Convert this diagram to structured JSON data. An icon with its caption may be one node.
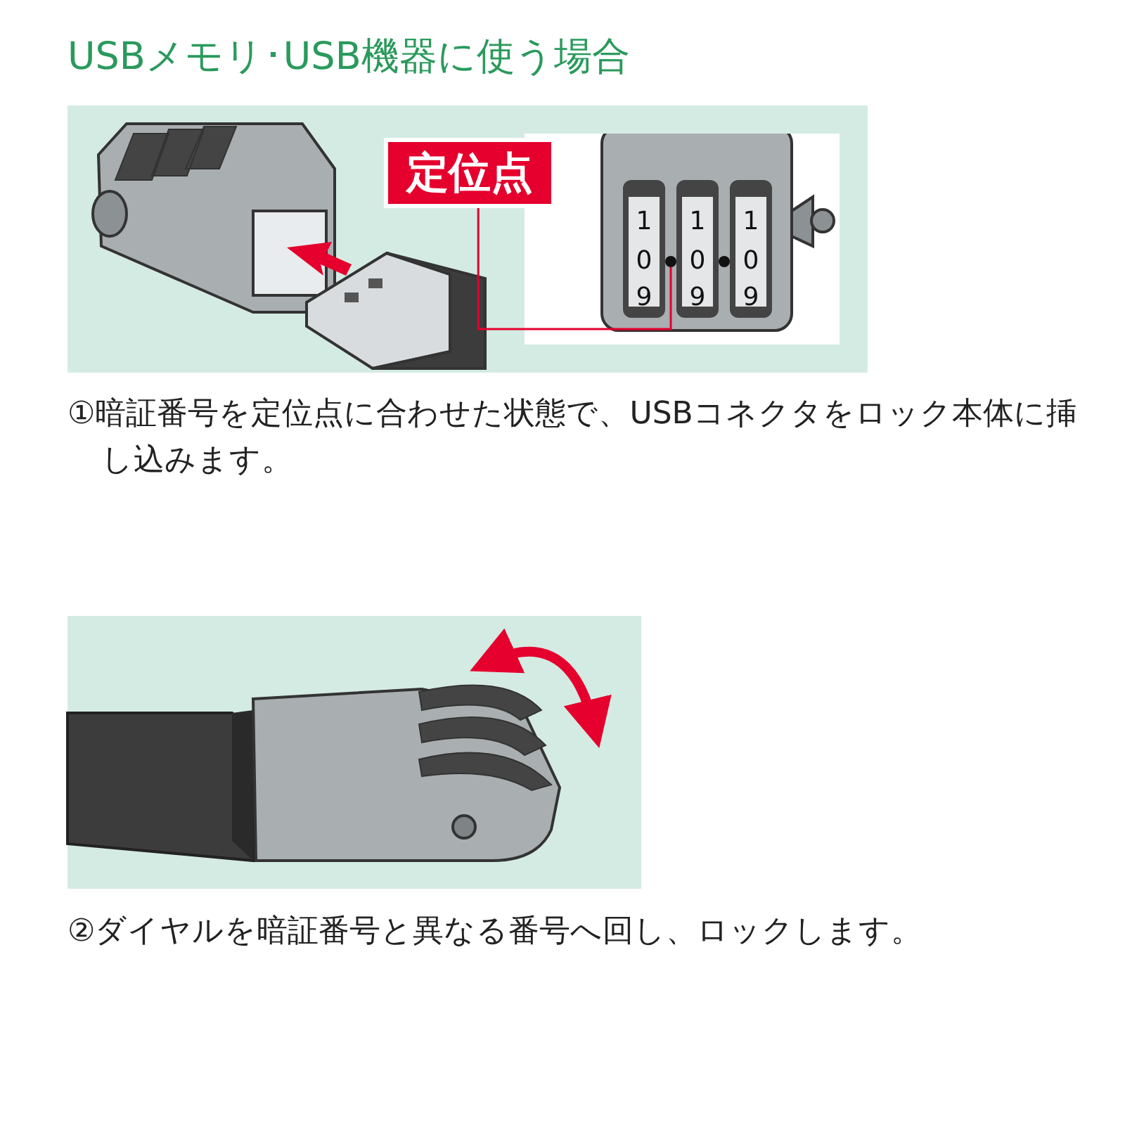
{
  "diagram": {
    "title": "USBメモリ･USB機器に使う場合",
    "nodes": [
      {
        "text": [
          "定位点"
        ]
      },
      {
        "text": [],
        "shape": "circle"
      }
    ],
    "edges": [
      {
        "from": 0,
        "to": 1,
        "arrow": "none",
        "color": "#e5002d"
      }
    ],
    "labels": [
      "1",
      "1",
      "1",
      "0",
      "0",
      "0",
      "9",
      "9",
      "9",
      "①暗証番号を定位点に合わせた状態で、USBコネクタをロック本体に挿し込みます。",
      "②ダイヤルを暗証番号と異なる番号へ回し、ロックします。"
    ]
  }
}
